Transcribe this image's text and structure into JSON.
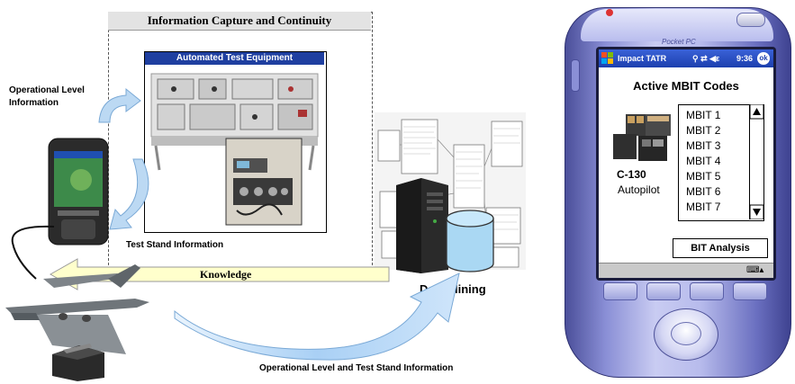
{
  "diagram": {
    "panel_title": "Information Capture and Continuity",
    "ate_title": "Automated Test Equipment",
    "operational_label": "Operational Level Information",
    "test_stand_label": "Test Stand Information",
    "knowledge_label": "Knowledge",
    "data_mining_label": "Data Mining",
    "bottom_label": "Operational Level and Test Stand Information"
  },
  "pocket_pc": {
    "brand": "Pocket PC",
    "app_title": "Impact TATR",
    "clock": "9:36",
    "ok_label": "ok",
    "heading": "Active MBIT Codes",
    "device_model": "C-130",
    "device_name": "Autopilot",
    "mbit_codes": [
      "MBIT 1",
      "MBIT 2",
      "MBIT 3",
      "MBIT 4",
      "MBIT 5",
      "MBIT 6",
      "MBIT 7"
    ],
    "bit_button": "BIT Analysis"
  },
  "colors": {
    "ate_title_bg": "#1f3fa0",
    "knowledge_arrow": "#ffffcc",
    "flow_arrow": "#a9d0f5",
    "cylinder": "#a9d8f5",
    "titlebar": "#1c3fae"
  }
}
